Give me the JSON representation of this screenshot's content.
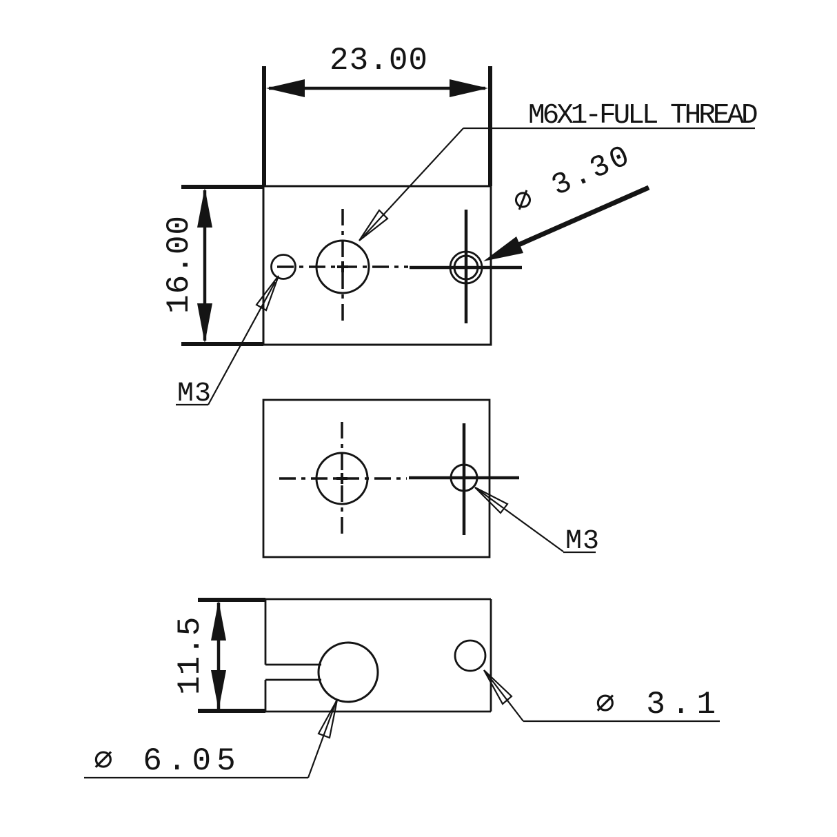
{
  "colors": {
    "background": "#ffffff",
    "line": "#141414"
  },
  "labels": {
    "dim_width_top": "23.00",
    "dim_height_top": "16.00",
    "dim_height_side": "11.5",
    "thread_callout": "M6X1-FULL THREAD",
    "dia_right_hole": "∅ 3.30",
    "m3_label_front": "M3",
    "m3_label_middle": "M3",
    "dia_big_hole": "∅ 6.05",
    "dia_small_hole": "∅ 3.1"
  }
}
